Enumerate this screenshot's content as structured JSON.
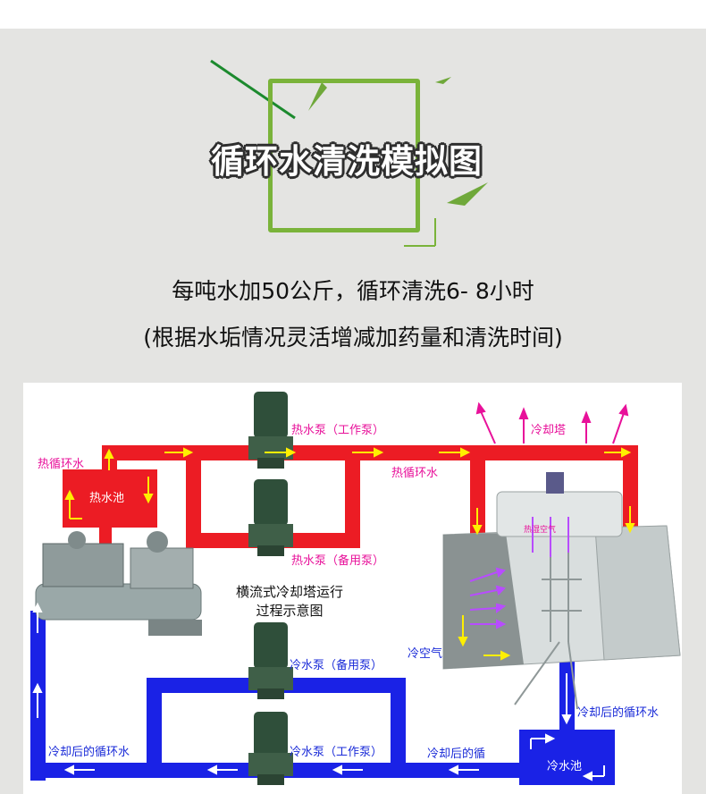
{
  "title": "循环水清洗模拟图",
  "subtitle_line1": "每吨水加50公斤，循环清洗6- 8小时",
  "subtitle_line2": "(根据水垢情况灵活增减加药量和清洗时间)",
  "diagram": {
    "labels": {
      "hot_circulating_water_left": "热循环水",
      "hot_water_pool": "热水池",
      "hot_pump_working": "热水泵（工作泵）",
      "hot_pump_backup": "热水泵（备用泵）",
      "hot_circulating_water_right": "热循环水",
      "cooling_tower": "冷却塔",
      "hot_air": "热湿空气",
      "center_caption": "横流式冷却塔运行\n过程示意图",
      "cold_air": "冷空气",
      "cold_pump_backup": "冷水泵（备用泵）",
      "cold_pump_working": "冷水泵（工作泵）",
      "cooled_water_right": "冷却后的循环水",
      "cooled_water_bottom": "冷却后的循",
      "cooled_water_left": "冷却后的循环水",
      "cold_water_pool": "冷水池"
    },
    "colors": {
      "hot_pipe": "#ec1c24",
      "cold_pipe": "#1a22e6",
      "arrow_yellow": "#ffef00",
      "arrow_pink": "#e8119a",
      "arrow_white": "#ffffff",
      "arrow_purple": "#b84cff",
      "title_green": "#7ab33a"
    }
  }
}
